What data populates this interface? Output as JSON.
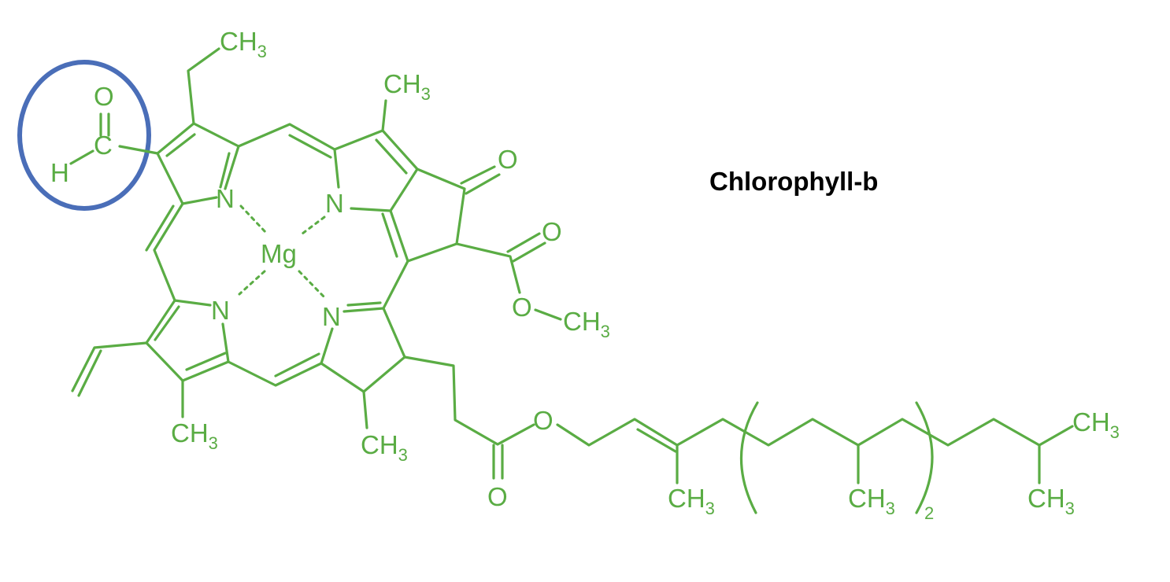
{
  "title": "Chlorophyll-b",
  "atoms": {
    "ch3": "CH",
    "ch3_sub": "3",
    "oxygen": "O",
    "carbon": "C",
    "hydrogen": "H",
    "nitrogen": "N",
    "magnesium": "Mg",
    "repeat_count": "2"
  },
  "colors": {
    "structure": "#5aac44",
    "highlight_circle": "#4a6eb8",
    "title_text": "#000000"
  }
}
